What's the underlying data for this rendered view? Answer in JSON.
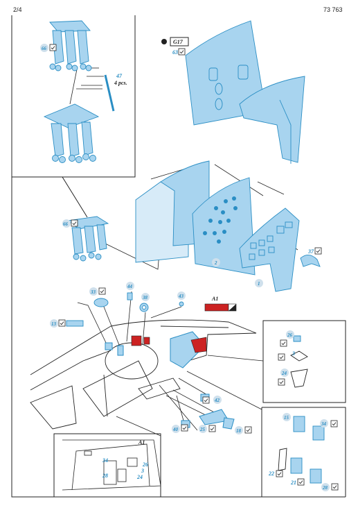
{
  "page": {
    "page_number": "2/4",
    "catalog_number": "73 763"
  },
  "colors": {
    "part_fill": "#a8d4ef",
    "part_stroke": "#2a8ec4",
    "label": "#2a8ec4",
    "red_part": "#cc2222",
    "line": "#222222",
    "circle_fill": "#cfe0ec"
  },
  "parts": {
    "p66_top": "66",
    "p47": "47",
    "p47_note": "4 pcs.",
    "p66_mid": "66",
    "p63": "63",
    "g17": "G17",
    "p37": "37",
    "p2": "2",
    "p1": "1",
    "p33": "33",
    "p44": "44",
    "p38": "38",
    "p43": "43",
    "p13": "13",
    "a1": "A1",
    "p26": "26",
    "p3": "3",
    "p24": "24",
    "p42": "42",
    "p40": "40",
    "p25": "25",
    "p18": "18",
    "p15": "15",
    "p34": "34",
    "p22": "22",
    "p21": "21",
    "p28": "28"
  },
  "inset_bottom": {
    "title": "A1",
    "labels": [
      "34",
      "28",
      "26",
      "3",
      "24"
    ]
  }
}
